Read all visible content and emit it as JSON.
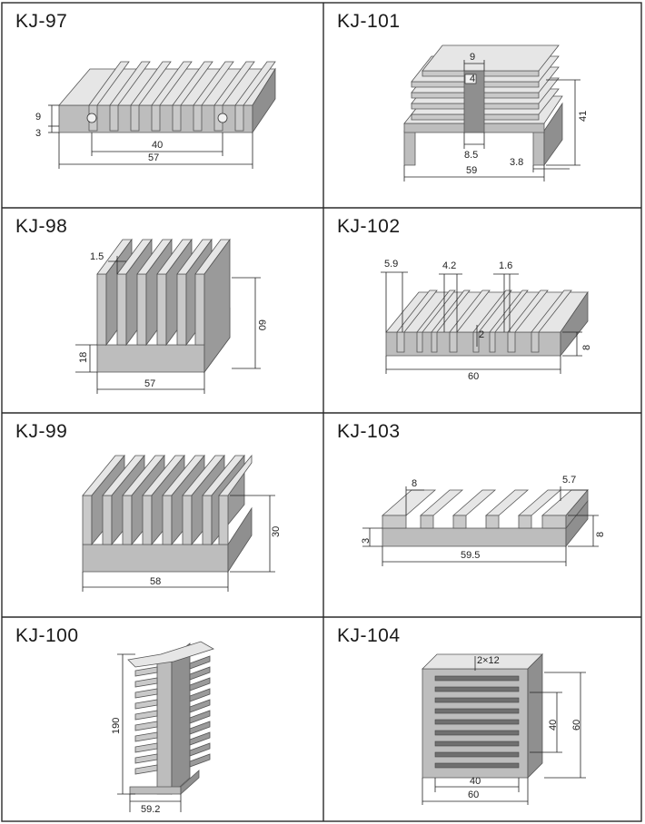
{
  "catalog": {
    "cells": [
      {
        "model": "KJ-97",
        "dims": [
          "9",
          "3",
          "40",
          "57"
        ]
      },
      {
        "model": "KJ-101",
        "dims": [
          "9",
          "4",
          "41",
          "8.5",
          "59",
          "3.8"
        ]
      },
      {
        "model": "KJ-98",
        "dims": [
          "1.5",
          "60",
          "18",
          "57"
        ]
      },
      {
        "model": "KJ-102",
        "dims": [
          "5.9",
          "4.2",
          "1.6",
          "2",
          "8",
          "60"
        ]
      },
      {
        "model": "KJ-99",
        "dims": [
          "30",
          "58"
        ]
      },
      {
        "model": "KJ-103",
        "dims": [
          "8",
          "5.7",
          "3",
          "8",
          "59.5"
        ]
      },
      {
        "model": "KJ-100",
        "dims": [
          "190",
          "59.2"
        ]
      },
      {
        "model": "KJ-104",
        "dims": [
          "2×12",
          "40",
          "60",
          "40",
          "60"
        ]
      }
    ]
  },
  "colors": {
    "border": "#2a2a2a",
    "metal_light": "#e6e6e6",
    "metal_mid": "#c9c9c9",
    "metal_dark": "#8f8f8f"
  }
}
